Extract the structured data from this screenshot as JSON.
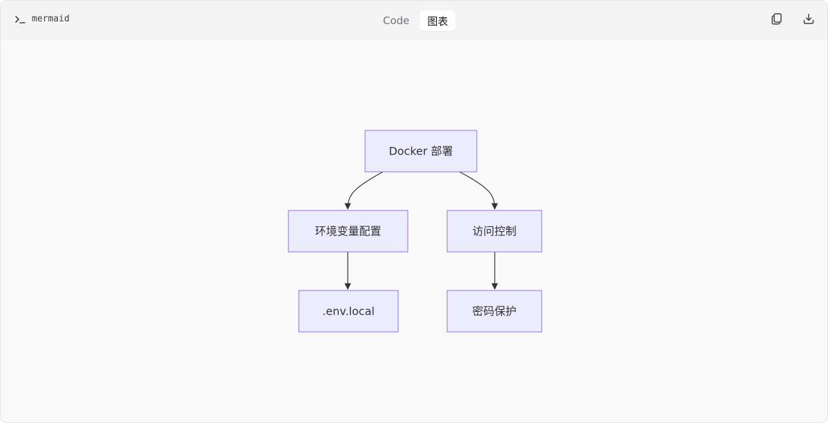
{
  "header": {
    "language": "mermaid",
    "tabs": [
      {
        "label": "Code",
        "active": false
      },
      {
        "label": "图表",
        "active": true
      }
    ],
    "actions": [
      {
        "name": "copy",
        "icon": "copy-icon"
      },
      {
        "name": "download",
        "icon": "download-icon"
      }
    ]
  },
  "diagram": {
    "type": "flowchart",
    "direction": "TD",
    "node_fill": "#ececff",
    "node_stroke": "#9370db",
    "nodes": [
      {
        "id": "docker",
        "label": "Docker 部署"
      },
      {
        "id": "env",
        "label": "环境变量配置"
      },
      {
        "id": "access",
        "label": "访问控制"
      },
      {
        "id": "envlocal",
        "label": ".env.local"
      },
      {
        "id": "password",
        "label": "密码保护"
      }
    ],
    "edges": [
      {
        "from": "docker",
        "to": "env"
      },
      {
        "from": "docker",
        "to": "access"
      },
      {
        "from": "env",
        "to": "envlocal"
      },
      {
        "from": "access",
        "to": "password"
      }
    ]
  }
}
